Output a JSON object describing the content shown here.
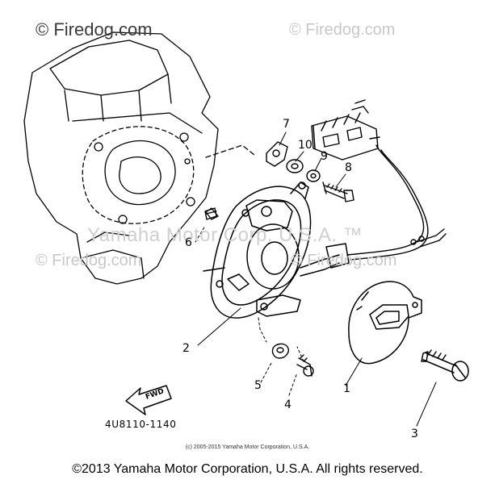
{
  "watermarks": {
    "top_left": "© Firedog.com",
    "top_right": "© Firedog.com",
    "mid_left": "© Firedog.com",
    "mid_right": "© Firedog.com",
    "center": "Yamaha Motor Corp. U.S.A. ™"
  },
  "callouts": {
    "p1": "1",
    "p2": "2",
    "p3": "3",
    "p4": "4",
    "p5": "5",
    "p6": "6",
    "p7": "7",
    "p8": "8",
    "p9": "9",
    "p10": "10"
  },
  "arrow_label": "FWD",
  "figure_code": "4U8110-1140",
  "small_copyright": "(c) 2005-2015 Yamaha Motor Corporation, U.S.A.",
  "footer_copyright": "©2013 Yamaha Motor Corporation, U.S.A. All rights reserved."
}
